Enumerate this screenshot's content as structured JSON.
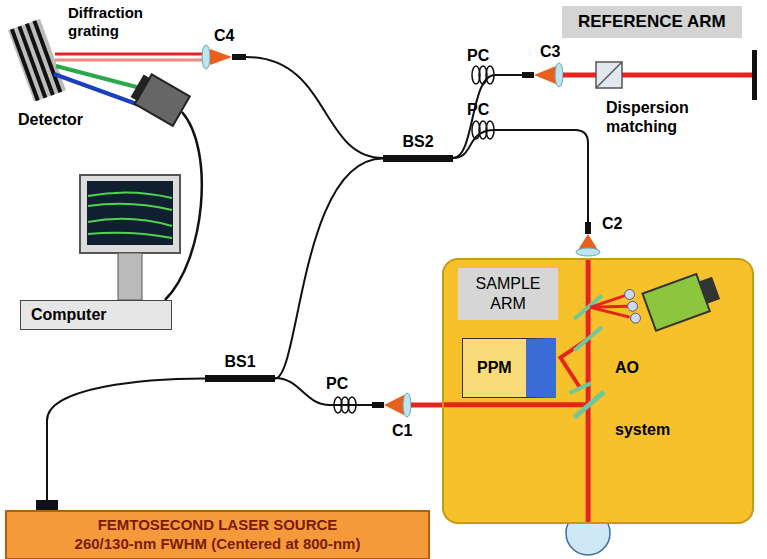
{
  "diagram": {
    "nodes": [
      {
        "text": [
          "REFERENCE ARM"
        ]
      },
      {
        "text": [
          "BS2"
        ]
      },
      {
        "text": [
          "Computer"
        ]
      },
      {
        "text": [
          "SAMPLE ARM"
        ]
      },
      {
        "text": [
          "PPM"
        ],
        "in": 3
      },
      {
        "text": [
          "BS1"
        ]
      },
      {
        "text": [
          "FEMTOSECOND LASER SOURCE",
          "260/130-nm FWHM (Centered at 800-nm)"
        ]
      }
    ],
    "edges": [
      {
        "from": 6,
        "to": 5,
        "arrow": "none"
      },
      {
        "from": 5,
        "to": 1,
        "arrow": "none"
      }
    ],
    "labels": [
      "Diffraction grating",
      "Detector",
      "PC",
      "C3",
      "C4",
      "PC",
      "C2",
      "Dispersion matching",
      "AO",
      "system",
      "PC",
      "C1"
    ]
  }
}
